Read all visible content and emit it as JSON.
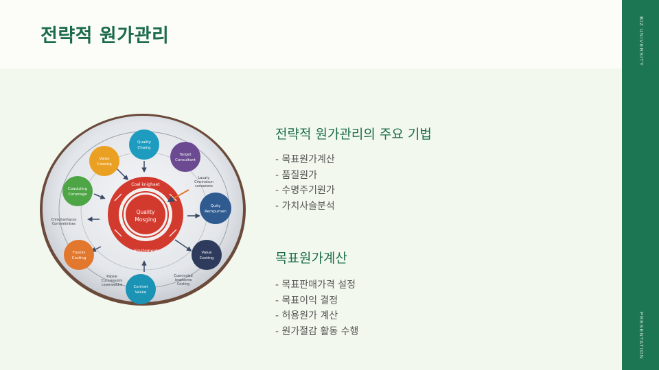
{
  "header": {
    "title": "전략적 원가관리"
  },
  "side": {
    "top_label": "BIZ UNIVERSITY",
    "bottom_label": "PRESENTATION"
  },
  "section1": {
    "title": "전략적 원가관리의 주요 기법",
    "items": [
      "- 목표원가계산",
      "- 품질원가",
      "- 수명주기원가",
      "- 가치사슬분석"
    ]
  },
  "section2": {
    "title": "목표원가계산",
    "items": [
      "- 목표판매가격 설정",
      "- 목표이익 결정",
      "- 허용원가 계산",
      "- 원가절감 활동 수행"
    ]
  },
  "diagram": {
    "center_line1": "Quality",
    "center_line2": "Mosging",
    "ring_top": "Coal knighaet",
    "ring_bottom": "Alnatement",
    "nodes": [
      {
        "line1": "Quality",
        "line2": "Chaing",
        "color": "#1d9cc0"
      },
      {
        "line1": "Target",
        "line2": "Consultant",
        "color": "#6b4a91"
      },
      {
        "line1": "Quity",
        "line2": "Rempurnen",
        "color": "#2f5b91"
      },
      {
        "line1": "Value",
        "line2": "Costing",
        "color": "#2e3b5c"
      },
      {
        "line1": "Conlvet",
        "line2": "Valuie",
        "color": "#1b93b5"
      },
      {
        "line1": "Fnsolis",
        "line2": "Costing",
        "color": "#e2772e"
      },
      {
        "line1": "Coaduting",
        "line2": "Conensge",
        "color": "#4ea546"
      },
      {
        "line1": "Value",
        "line2": "Cossing",
        "color": "#eaa022"
      }
    ],
    "outer_labels": {
      "upper_right_1": "Lauaty",
      "upper_right_2": "Cmsinalsun",
      "upper_right_3": "caneanons",
      "left_1": "Cnhighanhaces",
      "left_2": "Commetnlises",
      "lower_right_1": "Cuenmolad",
      "lower_right_2": "ienplosme",
      "lower_right_3": "Costing",
      "lower_left_1": "Pabsle",
      "lower_left_2": "Cucnressolm",
      "lower_left_3": "cosenwaldre"
    }
  }
}
